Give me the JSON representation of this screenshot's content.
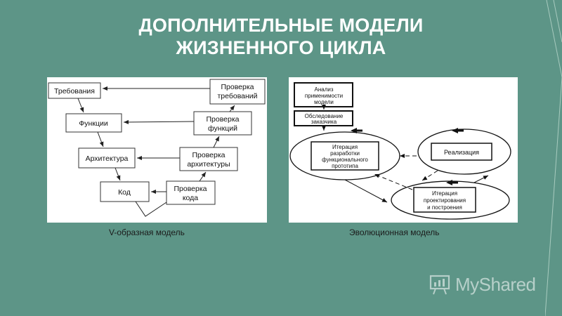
{
  "slide": {
    "title_line1": "ДОПОЛНИТЕЛЬНЫЕ МОДЕЛИ",
    "title_line2": "ЖИЗНЕННОГО ЦИКЛА"
  },
  "v_model": {
    "caption": "V-образная модель",
    "left": [
      "Требования",
      "Функции",
      "Архитектура",
      "Код"
    ],
    "right": [
      [
        "Проверка",
        "требований"
      ],
      [
        "Проверка",
        "функций"
      ],
      [
        "Проверка",
        "архитектуры"
      ],
      [
        "Проверка",
        "кода"
      ]
    ]
  },
  "evolution_model": {
    "caption": "Эволюционная модель",
    "box_analysis": [
      "Анализ",
      "применимости",
      "модели"
    ],
    "box_survey": [
      "Обследование",
      "заказчика"
    ],
    "iteration_prototype": [
      "Итерация",
      "разработки",
      "функционального",
      "прототипа"
    ],
    "realization": "Реализация",
    "iteration_design": [
      "Итерация",
      "проектирования",
      "и построения"
    ]
  },
  "watermark": {
    "brand": "MyShared",
    "icon": "presentation-board-icon"
  },
  "colors": {
    "background": "#5d9587",
    "title": "#ffffff",
    "panel": "#ffffff",
    "diagram_stroke": "#222222"
  }
}
